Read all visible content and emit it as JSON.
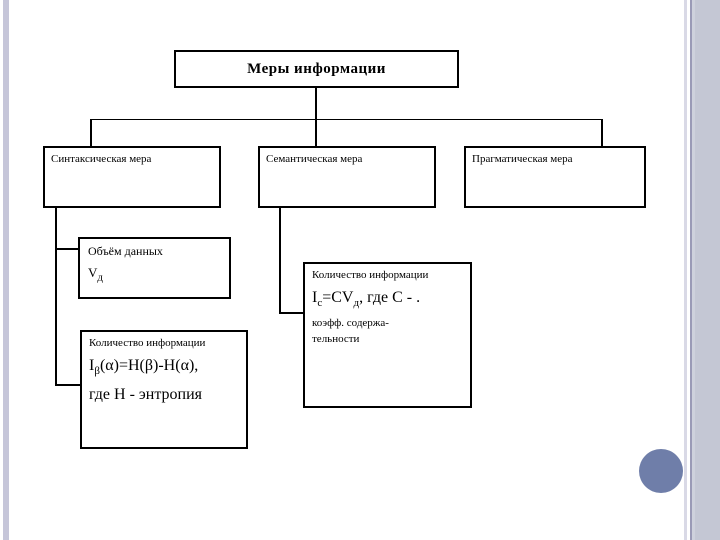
{
  "slide": {
    "colors": {
      "background": "#ffffff",
      "diagram_line": "#000000",
      "left_band": "#c6c6d9",
      "right_thin_line": "#d9d9e6",
      "right_dark_line": "#9a9ab6",
      "right_mid_line": "#ced1dc",
      "right_band": "#c4c7d4",
      "circle": "#6f7ea9"
    },
    "diagram": {
      "root_label": "Меры информации",
      "branches": [
        {
          "label": "Синтаксическая мера"
        },
        {
          "label": "Семантическая мера"
        },
        {
          "label": "Прагматическая мера"
        }
      ],
      "data_volume": {
        "title": "Объём данных",
        "symbol": "V",
        "symbol_sub": "д"
      },
      "syntactic_quantity": {
        "title": "Количество информации",
        "formula_i": "I",
        "formula_sub": "β",
        "formula_rest": "(α)=Н(β)-Н(α),",
        "note": "где Н - энтропия"
      },
      "semantic_quantity": {
        "title": "Количество информации",
        "formula_i": "I",
        "formula_sub_c": "с",
        "formula_mid": "=CV",
        "formula_sub_d": "д",
        "formula_rest": ", где С - .",
        "note_line1": "коэфф. содержа-",
        "note_line2": "тельности"
      }
    }
  }
}
